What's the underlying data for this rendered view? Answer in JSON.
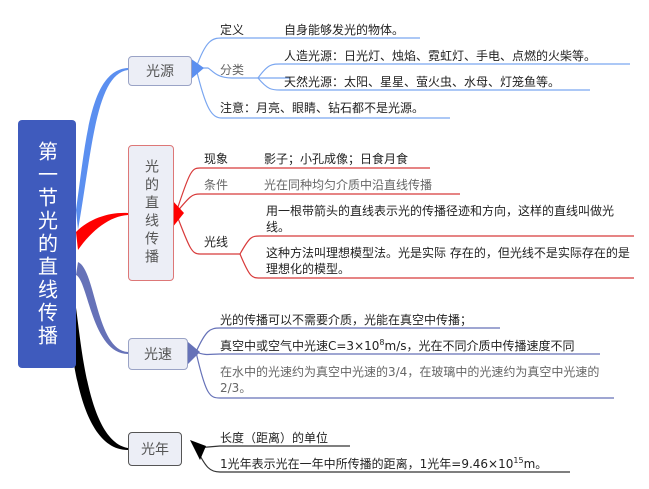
{
  "root": {
    "label": "第一节光的直线传播",
    "color": "#3f5bbd"
  },
  "branches": [
    {
      "label": "光源",
      "color": "#5b8ff0",
      "children": [
        {
          "label": "定义",
          "content": "自身能够发光的物体。"
        },
        {
          "label": "分类",
          "children": [
            "人造光源：日光灯、烛焰、霓虹灯、手电、点燃的火柴等。",
            "天然光源：太阳、星星、萤火虫、水母、灯笼鱼等。"
          ]
        },
        {
          "label": "注意：月亮、眼睛、钻石都不是光源。"
        }
      ]
    },
    {
      "label": "光的直线传播",
      "color": "#ff0000",
      "children": [
        {
          "label": "现象",
          "content": "影子；小孔成像；日食月食"
        },
        {
          "label": "条件",
          "content": "光在同种均匀介质中沿直线传播"
        },
        {
          "label": "光线",
          "children": [
            "用一根带箭头的直线表示光的传播径迹和方向，这样的直线叫做光线。",
            "这种方法叫理想模型法。光是实际 存在的，但光线不是实际存在的是理想化的模型。"
          ]
        }
      ]
    },
    {
      "label": "光速",
      "color": "#6672b8",
      "children": [
        {
          "label": "光的传播可以不需要介质，光能在真空中传播；"
        },
        {
          "label_pre": "真空中或空气中光速C=3×10",
          "sup": "8",
          "label_post": "m/s，光在不同介质中传播速度不同"
        },
        {
          "label": "在水中的光速约为真空中光速的3/4，在玻璃中的光速约为真空中光速的2/3。"
        }
      ]
    },
    {
      "label": "光年",
      "color": "#000000",
      "children": [
        {
          "label": "长度（距离）的单位"
        },
        {
          "label_pre": "1光年表示光在一年中所传播的距离，1光年=9.46×10",
          "sup": "15",
          "label_post": "m。"
        }
      ]
    }
  ]
}
